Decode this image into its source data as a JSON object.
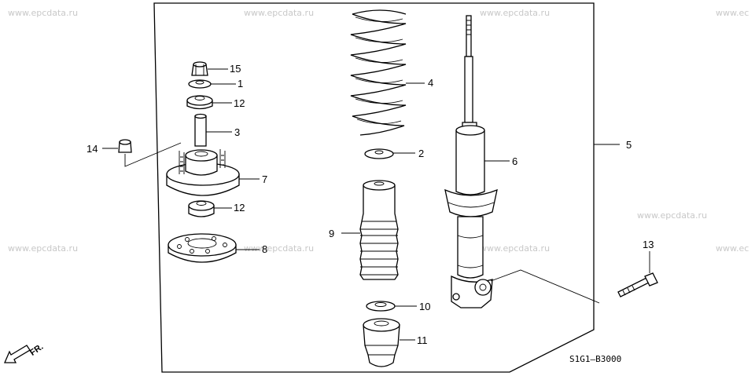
{
  "watermark": "www.epcdata.ru",
  "watermark_right": "www.ec",
  "diagram_code": "S1G1—B3000",
  "front_label": "FR.",
  "callouts": {
    "c15": "15",
    "c1": "1",
    "c12a": "12",
    "c3": "3",
    "c14": "14",
    "c7": "7",
    "c12b": "12",
    "c8": "8",
    "c4": "4",
    "c2": "2",
    "c9": "9",
    "c10": "10",
    "c11": "11",
    "c6": "6",
    "c5": "5",
    "c13": "13"
  },
  "icons": {
    "front": "front-arrow-icon"
  }
}
